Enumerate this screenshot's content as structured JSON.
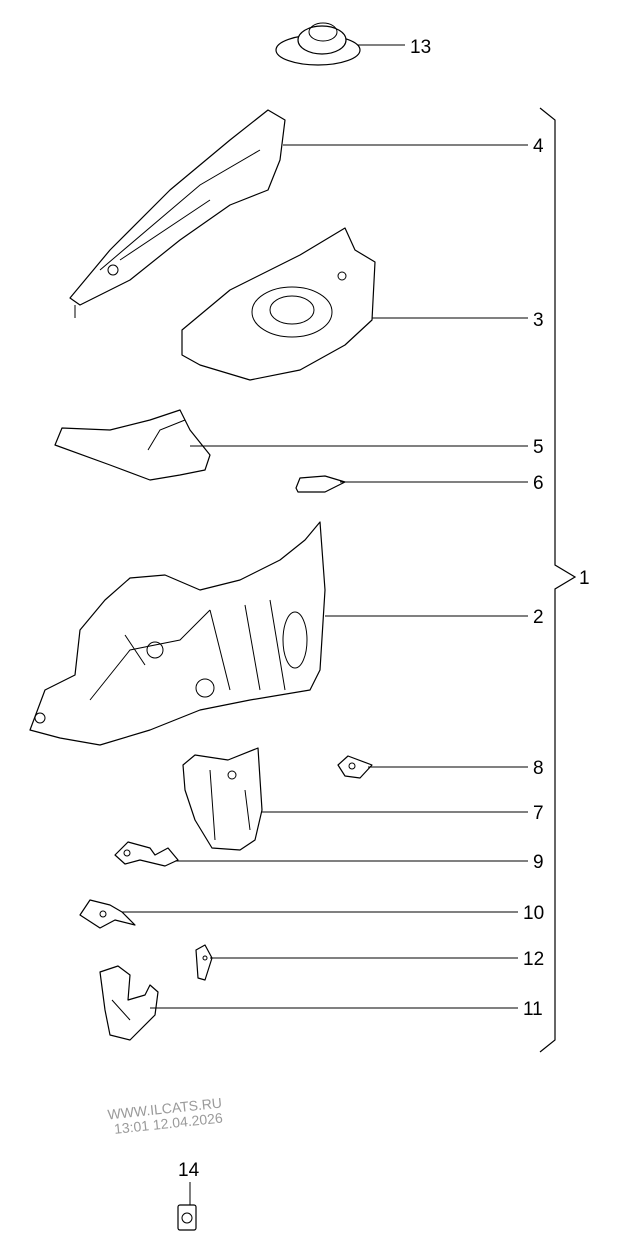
{
  "diagram": {
    "callouts": [
      {
        "id": "13",
        "label": "13"
      },
      {
        "id": "4",
        "label": "4"
      },
      {
        "id": "3",
        "label": "3"
      },
      {
        "id": "5",
        "label": "5"
      },
      {
        "id": "6",
        "label": "6"
      },
      {
        "id": "1",
        "label": "1"
      },
      {
        "id": "2",
        "label": "2"
      },
      {
        "id": "8",
        "label": "8"
      },
      {
        "id": "7",
        "label": "7"
      },
      {
        "id": "9",
        "label": "9"
      },
      {
        "id": "10",
        "label": "10"
      },
      {
        "id": "12",
        "label": "12"
      },
      {
        "id": "11",
        "label": "11"
      },
      {
        "id": "14",
        "label": "14"
      }
    ],
    "watermark": {
      "line1": "WWW.ILCATS.RU",
      "line2": "13:01 12.04.2026"
    }
  }
}
